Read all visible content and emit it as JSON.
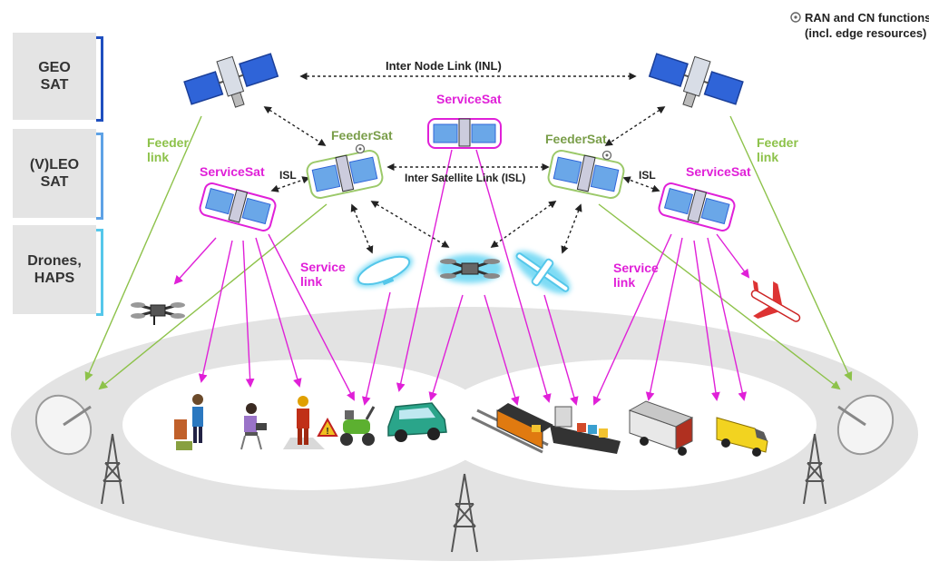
{
  "legend": {
    "line1": "RAN and CN functions",
    "line2": "(incl. edge resources)"
  },
  "layers": [
    {
      "label": "GEO\nSAT",
      "color": "#1f4fbf"
    },
    {
      "label": "(V)LEO\nSAT",
      "color": "#5ea2e6"
    },
    {
      "label": "Drones,\nHAPS",
      "color": "#55c7ea"
    }
  ],
  "links": {
    "inl": "Inter Node Link (INL)",
    "isl_long": "Inter Satellite Link (ISL)",
    "isl_left": "ISL",
    "isl_right": "ISL",
    "feeder_left_1": "Feeder",
    "feeder_left_2": "link",
    "feeder_right_1": "Feeder",
    "feeder_right_2": "link",
    "service_left_1": "Service",
    "service_left_2": "link",
    "service_right_1": "Service",
    "service_right_2": "link"
  },
  "nodes": {
    "servicesat_center": "ServiceSat",
    "servicesat_left": "ServiceSat",
    "servicesat_right": "ServiceSat",
    "feedersat_left": "FeederSat",
    "feedersat_right": "FeederSat"
  },
  "colors": {
    "geo_bracket": "#1f4fbf",
    "leo_bracket": "#5ea2e6",
    "haps_bracket": "#55c7ea",
    "service_link": "#e020d8",
    "feeder_link": "#8dc24a",
    "servicesat_label": "#e020d8",
    "feedersat_label": "#7a9e4a",
    "glow_cyan": "#7fdcf5"
  }
}
